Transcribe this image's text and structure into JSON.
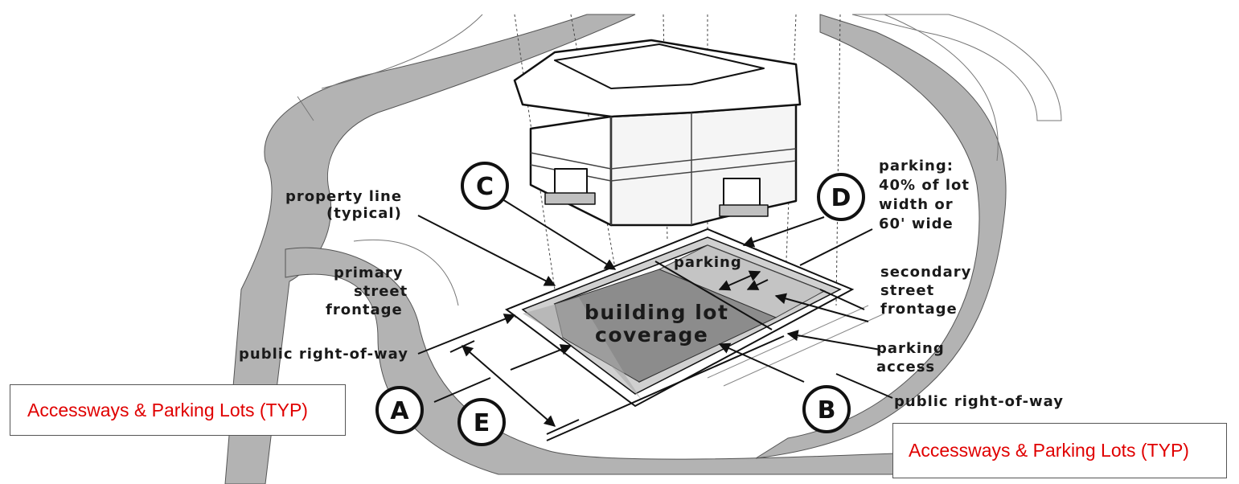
{
  "labels": {
    "property_line": "property line",
    "typical": "(typical)",
    "primary_street_1": "primary",
    "primary_street_2": "street",
    "primary_street_3": "frontage",
    "public_row_left": "public right-of-way",
    "parking_rule_1": "parking:",
    "parking_rule_2": "40% of lot",
    "parking_rule_3": "width or",
    "parking_rule_4": "60' wide",
    "secondary_street_1": "secondary",
    "secondary_street_2": "street",
    "secondary_street_3": "frontage",
    "parking_access_1": "parking",
    "parking_access_2": "access",
    "public_row_right": "public right-of-way",
    "parking": "parking",
    "coverage_1": "building lot",
    "coverage_2": "coverage"
  },
  "callouts": {
    "a": "A",
    "b": "B",
    "c": "C",
    "d": "D",
    "e": "E"
  },
  "notes": {
    "left": "Accessways & Parking Lots (TYP)",
    "right": "Accessways & Parking Lots (TYP)"
  },
  "colors": {
    "road": "#b3b3b3",
    "coverage": "#8c8c8c",
    "parking_area": "#c4c4c4",
    "note_text": "#e00000"
  }
}
